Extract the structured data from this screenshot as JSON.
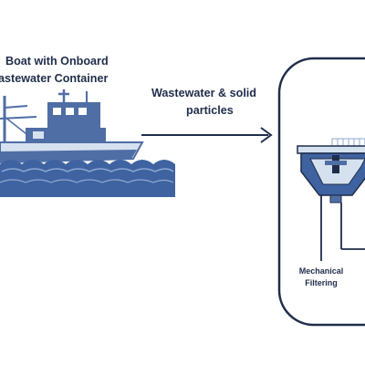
{
  "boat": {
    "label_line1": "Boat with Onboard",
    "label_line2": "astewater Container"
  },
  "flow": {
    "label_line1": "Wastewater & solid",
    "label_line2": "particles"
  },
  "treatment": {
    "step_label_line1": "Mechanical",
    "step_label_line2": "Filtering"
  },
  "colors": {
    "navy": "#1f2d4a",
    "boat_blue": "#4f6ea5",
    "boat_light": "#d6e1f0",
    "water": "#3f63a1",
    "wave_light": "#8fa9d3"
  }
}
